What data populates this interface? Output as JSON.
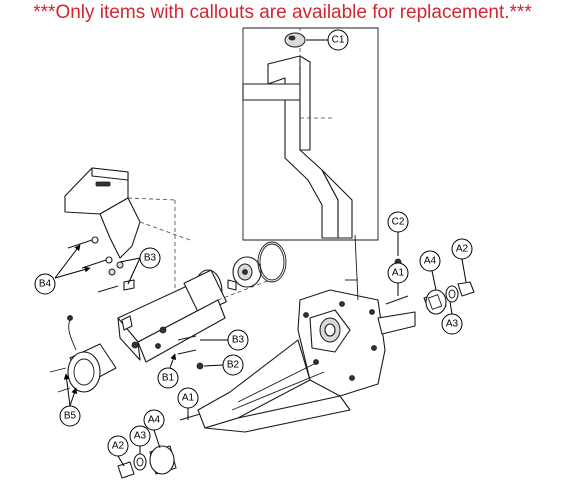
{
  "notice": "***Only items with callouts are available for replacement.***",
  "callouts": {
    "c1": "C1",
    "c2": "C2",
    "a1_top": "A1",
    "a4_top": "A4",
    "a2_top": "A2",
    "a3_top": "A3",
    "b3_top": "B3",
    "b4": "B4",
    "b3_mid": "B3",
    "b2": "B2",
    "b1": "B1",
    "b5": "B5",
    "a1_bottom": "A1",
    "a4_bottom": "A4",
    "a3_bottom": "A3",
    "a2_bottom": "A2"
  },
  "colors": {
    "notice_text": "#d22630",
    "line_art": "#1a1a1a",
    "background": "#ffffff"
  }
}
